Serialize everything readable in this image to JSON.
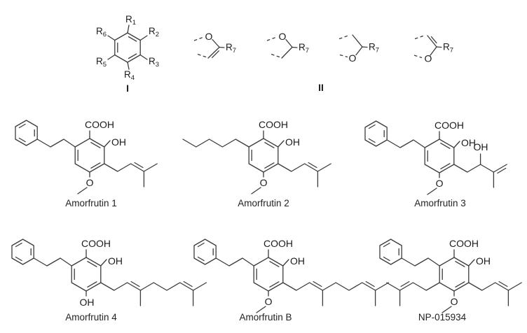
{
  "atoms": {
    "cooh": "COOH",
    "oh": "OH",
    "o": "O"
  },
  "scaffold": {
    "label": "I",
    "substituents": [
      {
        "base": "R",
        "sub": "1"
      },
      {
        "base": "R",
        "sub": "2"
      },
      {
        "base": "R",
        "sub": "3"
      },
      {
        "base": "R",
        "sub": "4"
      },
      {
        "base": "R",
        "sub": "5"
      },
      {
        "base": "R",
        "sub": "6"
      }
    ]
  },
  "patterns": {
    "label": "II",
    "oxygen": "O",
    "r7": {
      "base": "R",
      "sub": "7"
    }
  },
  "compounds": [
    {
      "name": "Amorfrutin 1"
    },
    {
      "name": "Amorfrutin 2"
    },
    {
      "name": "Amorfrutin 3"
    },
    {
      "name": "Amorfrutin 4"
    },
    {
      "name": "Amorfrutin B"
    },
    {
      "name": "NP-015934"
    }
  ]
}
